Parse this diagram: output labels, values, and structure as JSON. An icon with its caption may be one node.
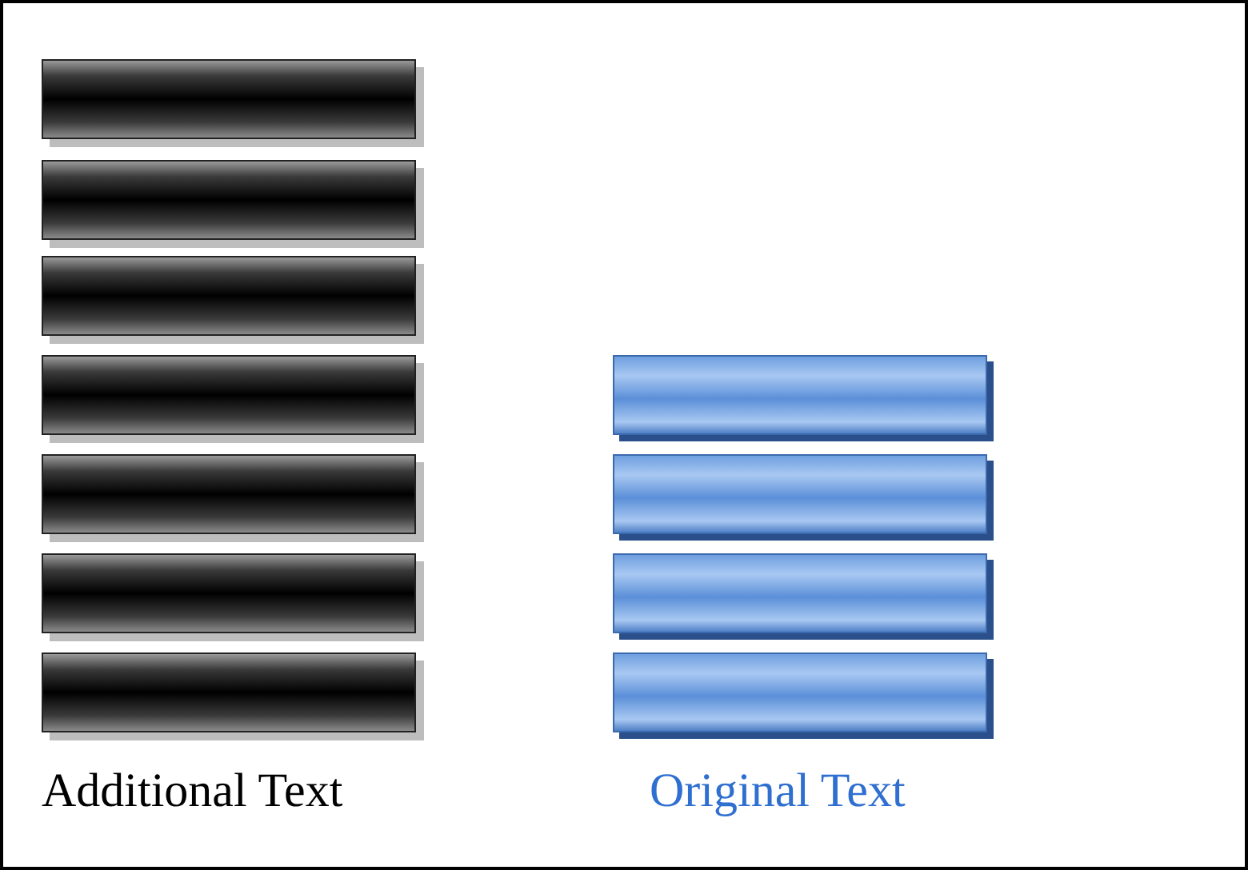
{
  "diagram": {
    "nodes": [
      {
        "text": [],
        "shape": "bar"
      },
      {
        "text": [],
        "shape": "bar"
      },
      {
        "text": [],
        "shape": "bar"
      },
      {
        "text": [],
        "shape": "bar"
      },
      {
        "text": [],
        "shape": "bar"
      },
      {
        "text": [],
        "shape": "bar"
      },
      {
        "text": [],
        "shape": "bar"
      },
      {
        "text": [],
        "shape": "bar"
      },
      {
        "text": [],
        "shape": "bar"
      },
      {
        "text": [],
        "shape": "bar"
      },
      {
        "text": [],
        "shape": "bar"
      }
    ],
    "edges": [],
    "labels": [
      "Additional Text",
      "Original Text"
    ]
  }
}
